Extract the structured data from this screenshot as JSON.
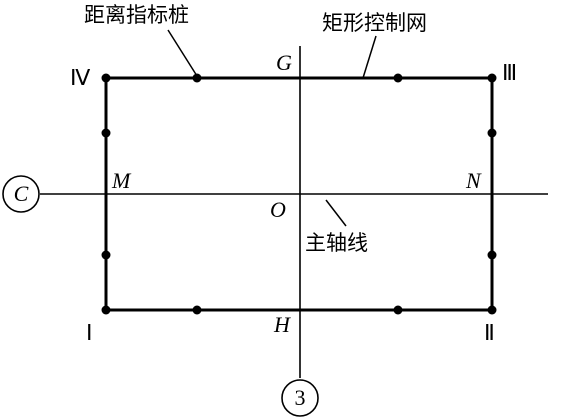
{
  "labels": {
    "distance_stakes": "距离指标桩",
    "rect_control_net": "矩形控制网",
    "main_axis": "主轴线"
  },
  "points": {
    "G": "G",
    "H": "H",
    "M": "M",
    "N": "N",
    "O": "O"
  },
  "corners": {
    "top_left": "Ⅳ",
    "top_right": "Ⅲ",
    "bottom_left": "Ⅰ",
    "bottom_right": "Ⅱ"
  },
  "axis_tags": {
    "horizontal": "C",
    "vertical": "3"
  },
  "colors": {
    "line": "#000000",
    "background": "#ffffff"
  }
}
